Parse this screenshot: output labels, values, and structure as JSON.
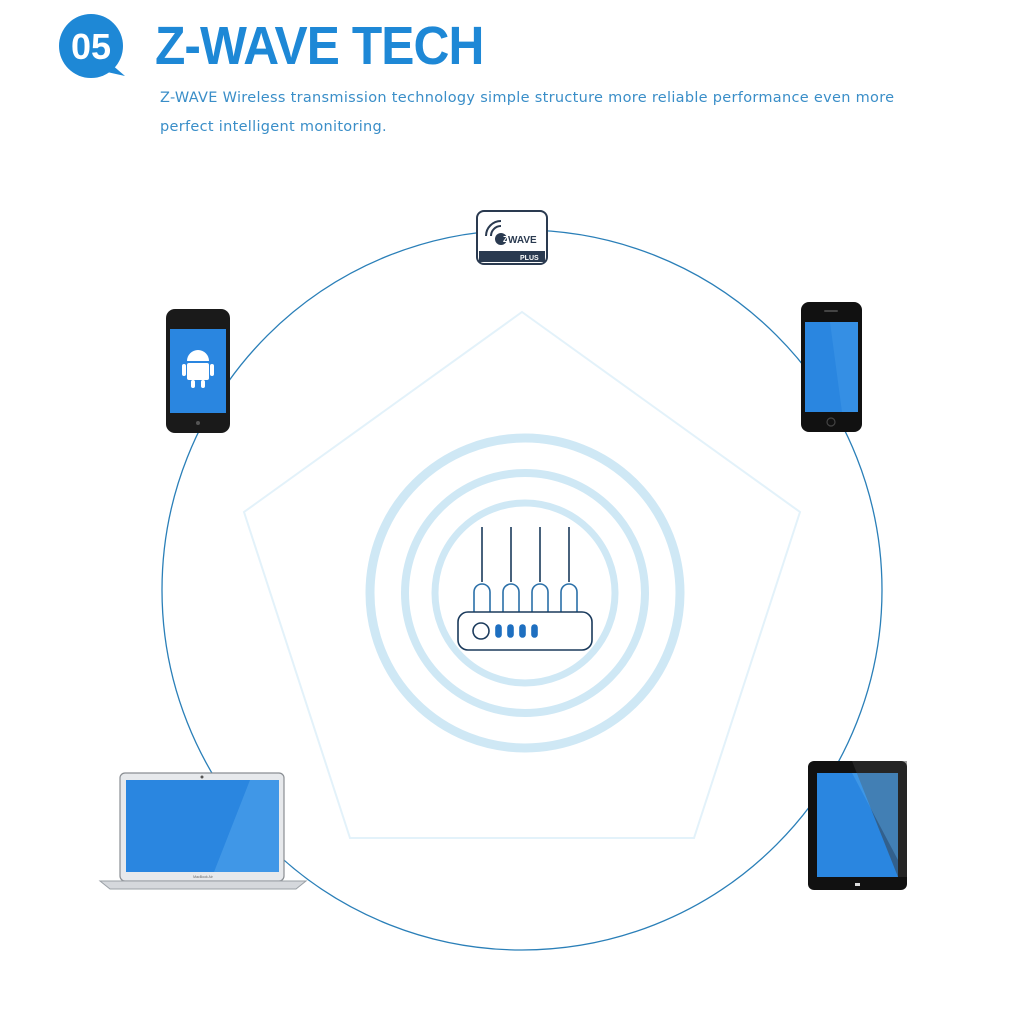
{
  "header": {
    "section_number": "05",
    "title": "Z-WAVE TECH",
    "subtitle": "Z-WAVE Wireless transmission technology simple structure more reliable performance even more perfect intelligent monitoring."
  },
  "diagram": {
    "hub": {
      "label": "router-hub",
      "leds": 4,
      "antennas": 4
    },
    "badge_logo": {
      "brand": "WAVE",
      "tag": "PLUS"
    },
    "nodes": [
      {
        "name": "android-phone",
        "position": "upper-left"
      },
      {
        "name": "iphone",
        "position": "upper-right"
      },
      {
        "name": "laptop",
        "position": "lower-left",
        "brand_text": "MacBook Air"
      },
      {
        "name": "tablet",
        "position": "lower-right"
      }
    ]
  },
  "colors": {
    "accent": "#1e88d6",
    "circle_line": "#2a7fb8",
    "ring": "#cfe8f5",
    "pentagon": "#e3f2fa",
    "screen": "#2a86e0",
    "device_body": "#1a1a1a"
  }
}
